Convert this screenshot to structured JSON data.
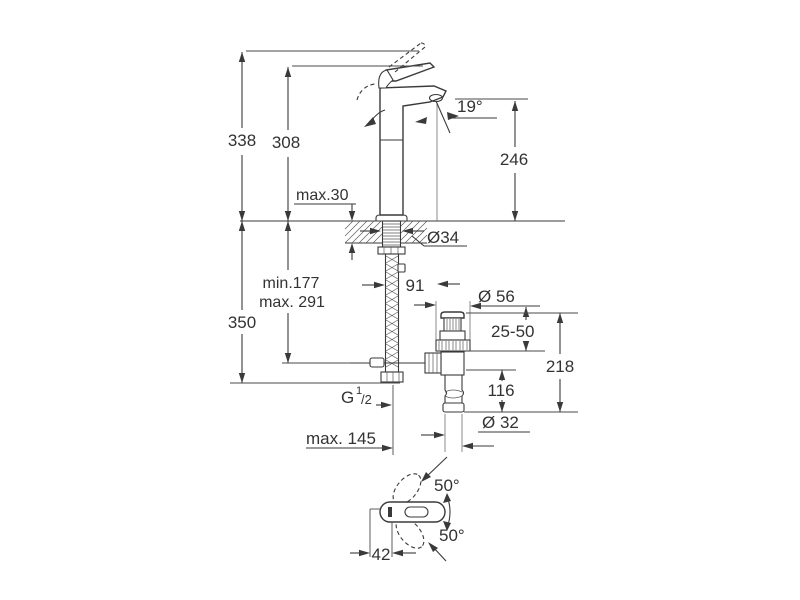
{
  "drawing": {
    "subject": "single-lever basin mixer faucet with pop-up waste, dimensional drawing",
    "colors": {
      "background": "#ffffff",
      "line": "#3a3a3a",
      "text": "#333333"
    },
    "labels": {
      "height_total": "338",
      "height_body": "308",
      "deck_max_thickness": "max.30",
      "spout_angle": "19°",
      "spout_height": "246",
      "hole_diameter": "Ø34",
      "rod_min": "min.177",
      "rod_max": "max. 291",
      "hose_length": "350",
      "spout_reach": "91",
      "waste_flange_diameter": "Ø 56",
      "basin_thickness_range": "25-50",
      "waste_height": "218",
      "tailpipe_length": "116",
      "thread_g": "G",
      "thread_sup": "1",
      "thread_sub": "/2",
      "max_reach": "max. 145",
      "tailpipe_diameter": "Ø 32",
      "swivel_upper": "50°",
      "swivel_lower": "50°",
      "base_offset": "42"
    }
  }
}
